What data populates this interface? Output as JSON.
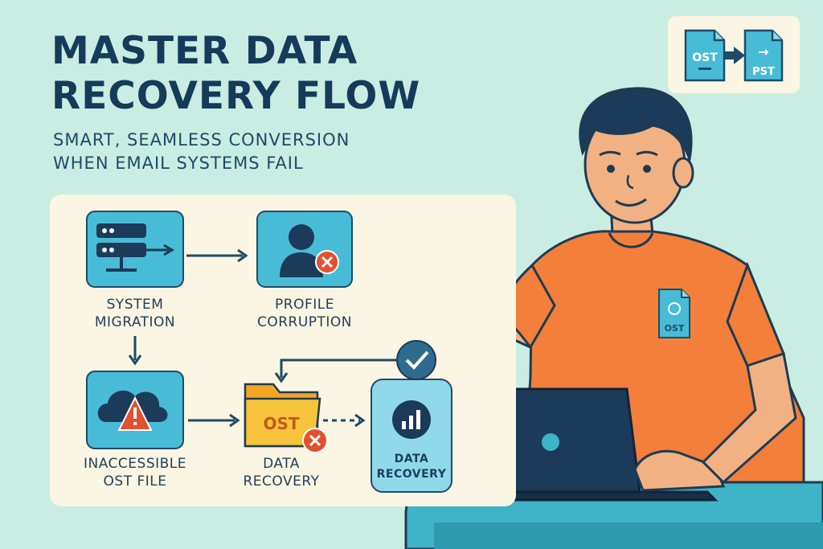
{
  "header": {
    "title_line1": "MASTER DATA",
    "title_line2": "RECOVERY FLOW",
    "subtitle_line1": "SMART, SEAMLESS CONVERSION",
    "subtitle_line2": "WHEN EMAIL SYSTEMS FAIL"
  },
  "badge": {
    "from_label": "OST",
    "to_label": "PST",
    "arrow_glyph": "→"
  },
  "flow": {
    "nodes": [
      {
        "id": "system-migration",
        "line1": "SYSTEM",
        "line2": "MIGRATION",
        "icon": "server-icon"
      },
      {
        "id": "profile-corruption",
        "line1": "PROFILE",
        "line2": "CORRUPTION",
        "icon": "user-error-icon"
      },
      {
        "id": "inaccessible-ost",
        "line1": "INACCESSIBLE",
        "line2": "OST FILE",
        "icon": "cloud-warning-icon"
      },
      {
        "id": "data-recovery",
        "line1": "DATA",
        "line2": "RECOVERY",
        "icon": "ost-folder-icon",
        "folder_text": "OST"
      },
      {
        "id": "data-recovery-result",
        "line1": "DATA",
        "line2": "RECOVERY",
        "icon": "chart-icon"
      }
    ]
  },
  "person": {
    "shirt_file_label": "OST"
  },
  "colors": {
    "background": "#c9ede2",
    "title": "#143c5a",
    "panel": "#fbf5e4",
    "tile": "#48bcd6",
    "shirt": "#f47f3a",
    "error": "#e2512f",
    "check": "#2f6b8e",
    "laptop": "#1c3a5a",
    "desk": "#3fb3c8"
  }
}
